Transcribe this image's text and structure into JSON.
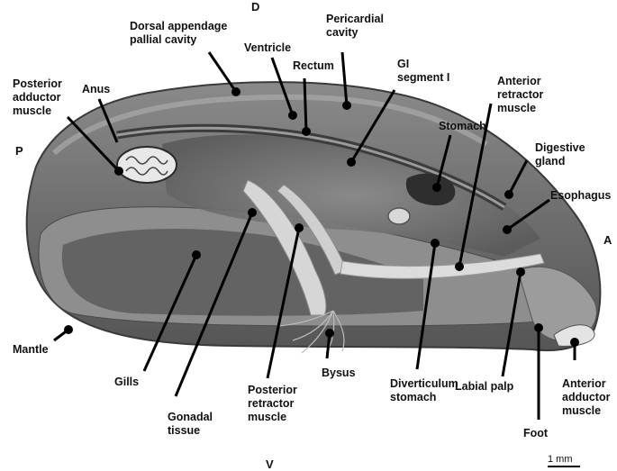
{
  "orientation": {
    "dorsal": "D",
    "ventral": "V",
    "posterior": "P",
    "anterior": "A"
  },
  "labels": {
    "dorsal_appendage": [
      "Dorsal appendage",
      "pallial cavity"
    ],
    "pericardial_cavity": [
      "Pericardial",
      "cavity"
    ],
    "ventricle": [
      "Ventricle"
    ],
    "rectum": [
      "Rectum"
    ],
    "gi_segment": [
      "GI",
      "segment I"
    ],
    "posterior_adductor": [
      "Posterior",
      "adductor",
      "muscle"
    ],
    "anus": [
      "Anus"
    ],
    "anterior_retractor": [
      "Anterior",
      "retractor",
      "muscle"
    ],
    "stomach": [
      "Stomach"
    ],
    "digestive_gland": [
      "Digestive",
      "gland"
    ],
    "esophagus": [
      "Esophagus"
    ],
    "mantle": [
      "Mantle"
    ],
    "gills": [
      "Gills"
    ],
    "gonadal_tissue": [
      "Gonadal",
      "tissue"
    ],
    "posterior_retractor": [
      "Posterior",
      "retractor",
      "muscle"
    ],
    "bysus": [
      "Bysus"
    ],
    "diverticulum_stomach": [
      "Diverticulum",
      "stomach"
    ],
    "labial_palp": [
      "Labial palp"
    ],
    "foot": [
      "Foot"
    ],
    "anterior_adductor": [
      "Anterior",
      "adductor",
      "muscle"
    ]
  },
  "scale_bar": "1 mm",
  "colors": {
    "tissue_dark": "#4a4a4a",
    "tissue_mid": "#7d7d7d",
    "tissue_light": "#c8c8c8",
    "leader_line": "#000000"
  }
}
